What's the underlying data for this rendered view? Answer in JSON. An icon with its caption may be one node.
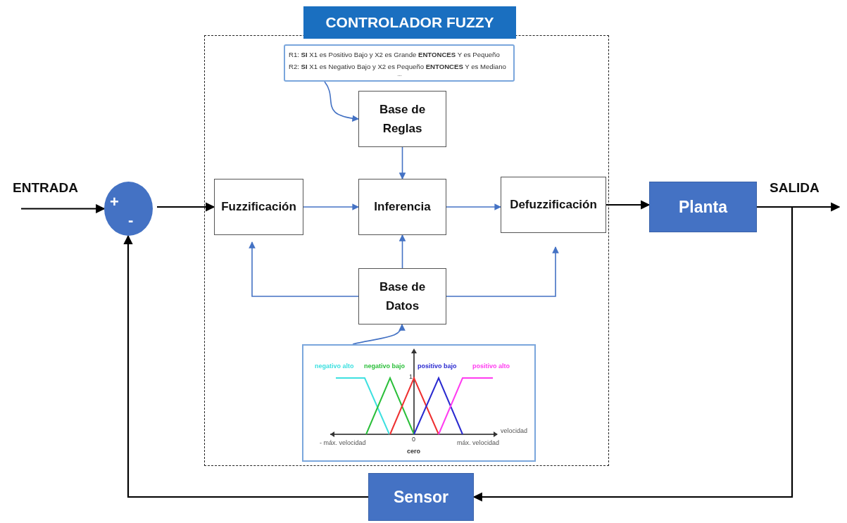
{
  "diagram": {
    "nodes": [
      {
        "text": [
          "CONTROLADOR FUZZY"
        ]
      },
      {
        "text": [
          "R1: **SI** X1 es Positivo Bajo y X2 es Grande **ENTONCES** Y es Pequeño",
          "R2: **SI** X1 es Negativo Bajo y X2 es Pequeño **ENTONCES** Y es Mediano",
          "..."
        ],
        "in": 0
      },
      {
        "text": [
          "Base de Reglas"
        ],
        "in": 0
      },
      {
        "text": [
          "Fuzzificación"
        ],
        "in": 0
      },
      {
        "text": [
          "Inferencia"
        ],
        "in": 0
      },
      {
        "text": [
          "Defuzzificación"
        ],
        "in": 0
      },
      {
        "text": [
          "Base de Datos"
        ],
        "in": 0
      },
      {
        "text": [
          "negativo alto",
          "negativo bajo",
          "positivo bajo",
          "positivo alto",
          "1",
          "velocidad",
          "- máx. velocidad",
          "0",
          "máx. velocidad",
          "cero"
        ],
        "in": 0
      },
      {
        "text": [
          "+",
          "-"
        ]
      },
      {
        "text": [
          "Planta"
        ]
      },
      {
        "text": [
          "Sensor"
        ]
      }
    ],
    "edges": [
      {
        "from": null,
        "to": 8,
        "arrow": "to",
        "color": "#000000"
      },
      {
        "from": 8,
        "to": 3,
        "arrow": "to",
        "color": "#000000"
      },
      {
        "from": 3,
        "to": 4,
        "arrow": "to"
      },
      {
        "from": 4,
        "to": 5,
        "arrow": "to"
      },
      {
        "from": 5,
        "to": 9,
        "arrow": "to",
        "color": "#000000"
      },
      {
        "from": 9,
        "to": null,
        "arrow": "to",
        "color": "#000000"
      },
      {
        "from": 9,
        "to": 10,
        "arrow": "to",
        "color": "#000000"
      },
      {
        "from": 10,
        "to": 8,
        "arrow": "to",
        "color": "#000000"
      },
      {
        "from": 1,
        "to": 2,
        "arrow": "to"
      },
      {
        "from": 2,
        "to": 4,
        "arrow": "to"
      },
      {
        "from": 6,
        "to": 4,
        "arrow": "to"
      },
      {
        "from": 6,
        "to": 3,
        "arrow": "to"
      },
      {
        "from": 6,
        "to": 5,
        "arrow": "to"
      },
      {
        "from": 7,
        "to": 6,
        "arrow": "to"
      }
    ],
    "labels": [
      "ENTRADA",
      "SALIDA"
    ]
  }
}
